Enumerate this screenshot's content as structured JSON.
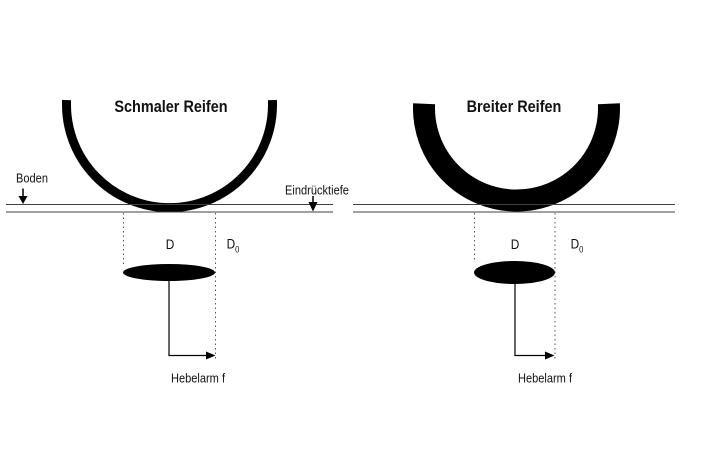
{
  "annotations": {
    "ground_label": "Boden",
    "depth_label": "Eindrücktiefe"
  },
  "panels": [
    {
      "id": "narrow-tire",
      "title": "Schmaler Reifen",
      "diameter_label": "D",
      "outer_diameter_label": "D",
      "outer_diameter_subscript": "0",
      "lever_arm_label": "Hebelarm f"
    },
    {
      "id": "wide-tire",
      "title": "Breiter Reifen",
      "diameter_label": "D",
      "outer_diameter_label": "D",
      "outer_diameter_subscript": "0",
      "lever_arm_label": "Hebelarm f"
    }
  ],
  "colors": {
    "ink": "#000000",
    "ground_line": "#404040",
    "guide_line": "#555555",
    "background": "#ffffff"
  }
}
